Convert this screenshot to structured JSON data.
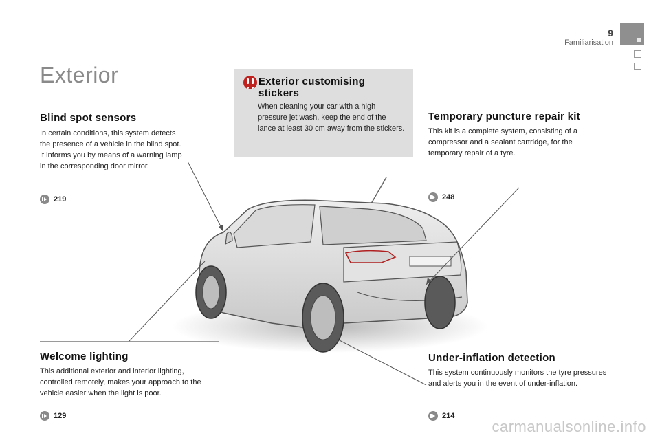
{
  "header": {
    "page_number": "9",
    "section": "Familiarisation"
  },
  "title": "Exterior",
  "warning_box": {
    "title": "Exterior customising stickers",
    "text": "When cleaning your car with a high pressure jet wash, keep the end of the lance at least 30 cm away from the stickers."
  },
  "sections": {
    "blind_spot": {
      "title": "Blind spot sensors",
      "text": "In certain conditions, this system detects the presence of a vehicle in the blind spot. It informs you by means of a warning lamp in the corresponding door mirror.",
      "page_ref": "219"
    },
    "puncture_kit": {
      "title": "Temporary puncture repair kit",
      "text": "This kit is a complete system, consisting of a compressor and a sealant cartridge, for the temporary repair of a tyre.",
      "page_ref": "248"
    },
    "welcome_lighting": {
      "title": "Welcome lighting",
      "text": "This additional exterior and interior lighting, controlled remotely, makes your approach to the vehicle easier when the light is poor.",
      "page_ref": "129"
    },
    "under_inflation": {
      "title": "Under-inflation detection",
      "text": "This system continuously monitors the tyre pressures and alerts you in the event of under-inflation.",
      "page_ref": "214"
    }
  },
  "watermark": "carmanualsonline.info",
  "colors": {
    "warning_red": "#c0201e",
    "box_grey": "#dedede",
    "title_grey": "#8a8a8a"
  }
}
